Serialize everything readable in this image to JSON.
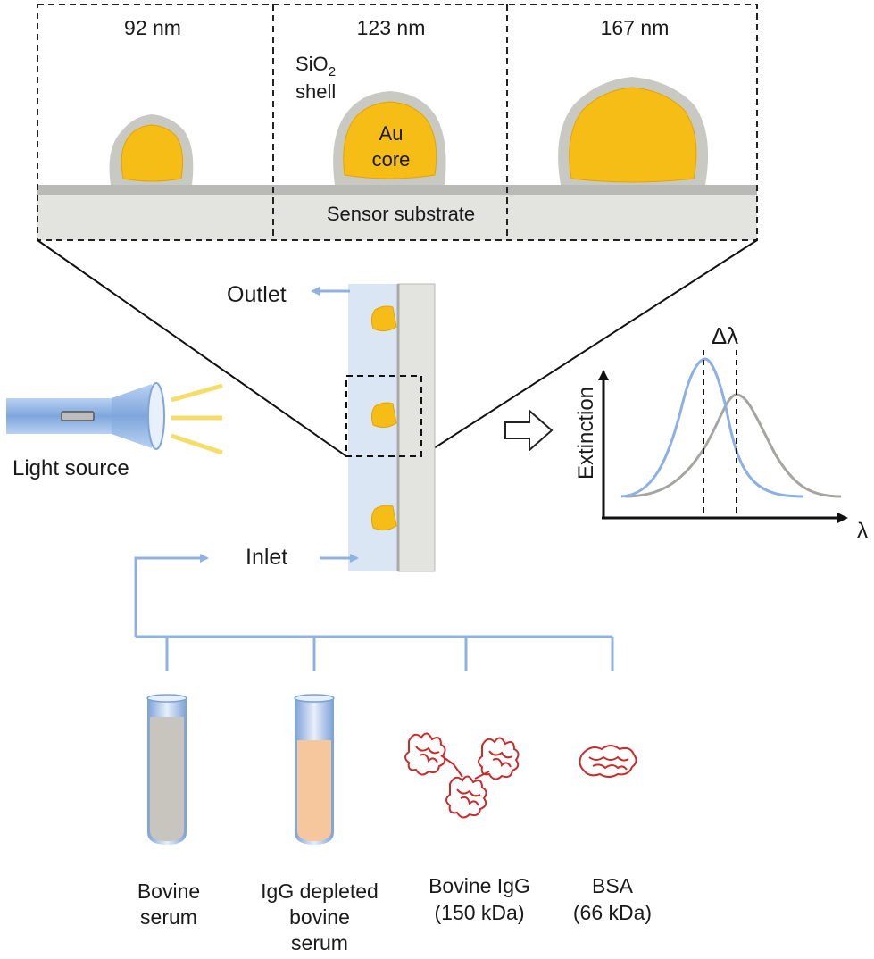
{
  "panels": {
    "size_labels": [
      "92 nm",
      "123 nm",
      "167 nm"
    ],
    "shell_label": {
      "main": "SiO",
      "sub": "2",
      "second_line": "shell"
    },
    "core_label": [
      "Au",
      "core"
    ],
    "substrate_label": "Sensor substrate"
  },
  "flow": {
    "outlet_label": "Outlet",
    "inlet_label": "Inlet",
    "light_source_label": "Light source"
  },
  "spectrum": {
    "shift_label": "Δλ",
    "y_axis_label": "Extinction",
    "x_axis_label": "λ"
  },
  "samples": [
    {
      "lines": [
        "Bovine",
        "serum"
      ]
    },
    {
      "lines": [
        "IgG depleted",
        "bovine",
        "serum"
      ]
    },
    {
      "lines": [
        "Bovine IgG",
        "(150 kDa)"
      ]
    },
    {
      "lines": [
        "BSA",
        "(66 kDa)"
      ]
    }
  ],
  "colors": {
    "gold": "#f6bd16",
    "gold_edge": "#e6a300",
    "shell": "#c9c9c4",
    "substrate": "#e3e3e0",
    "substrate_top": "#b9b9b5",
    "channel": "#dbe6f4",
    "arrow_blue": "#8fb2e0",
    "curve_blue": "#8bb0e6",
    "curve_gray": "#a5a5a2",
    "light_yellow": "#f5dd6b",
    "protein_red": "#cc2a2a",
    "serum_gray": "#c7c5bd",
    "serum_peach": "#f6c69c"
  }
}
